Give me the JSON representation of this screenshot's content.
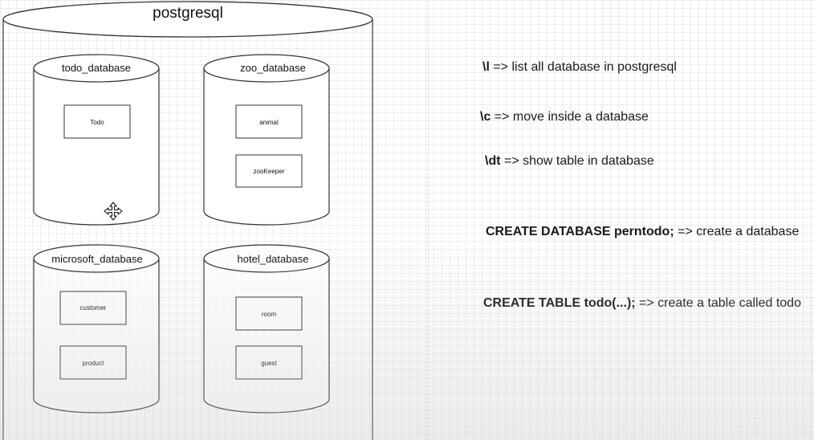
{
  "server": {
    "title": "postgresql"
  },
  "databases": [
    {
      "name": "todo_database",
      "tables": [
        "Todo"
      ]
    },
    {
      "name": "zoo_database",
      "tables": [
        "animal",
        "zooKeeper"
      ]
    },
    {
      "name": "microsoft_database",
      "tables": [
        "customer",
        "product"
      ]
    },
    {
      "name": "hotel_database",
      "tables": [
        "room",
        "guest"
      ]
    }
  ],
  "commands": [
    {
      "code": "\\l",
      "description": "=> list all database in postgresql"
    },
    {
      "code": "\\c",
      "description": "=> move inside a database"
    },
    {
      "code": "\\dt",
      "description": "=> show table in database"
    },
    {
      "code": "CREATE DATABASE perntodo;",
      "description": "=> create a database"
    },
    {
      "code": "CREATE TABLE todo(...);",
      "description": "=> create a table called todo"
    }
  ],
  "icons": {
    "cursor": "move-cursor-icon"
  },
  "colors": {
    "stroke": "#333333",
    "text": "#111111"
  }
}
